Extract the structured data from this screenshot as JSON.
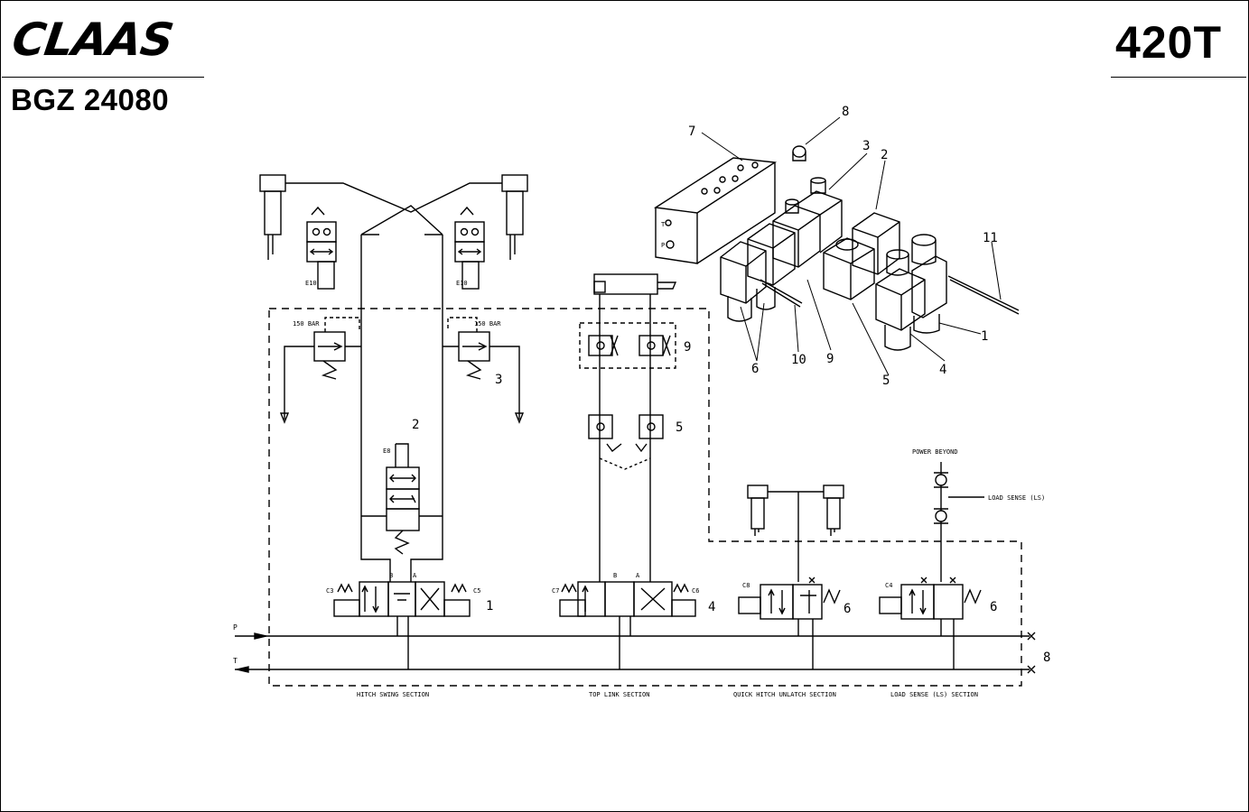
{
  "header": {
    "brand": "CLAAS",
    "model": "420T",
    "doc_id": "BGZ 24080"
  },
  "schematic": {
    "pressure_left": "150 BAR",
    "pressure_right": "150 BAR",
    "label_power_beyond": "POWER BEYOND",
    "label_load_sense": "LOAD SENSE (LS)",
    "port_p": "P",
    "port_t": "T",
    "port_a": "A",
    "port_b": "B",
    "section_1": "HITCH SWING SECTION",
    "section_2": "TOP LINK SECTION",
    "section_3": "QUICK HITCH UNLATCH SECTION",
    "section_4": "LOAD SENSE (LS) SECTION",
    "coil_c3": "C3",
    "coil_c5": "C5",
    "coil_c7": "C7",
    "coil_c6": "C6",
    "coil_c8": "C8",
    "coil_c4": "C4",
    "coil_e8": "E8",
    "coil_e10_left": "E10",
    "coil_e10_right": "E10",
    "callouts": {
      "c1": "1",
      "c2": "2",
      "c3": "3",
      "c4": "4",
      "c5": "5",
      "c6a": "6",
      "c6b": "6",
      "c8": "8",
      "c9": "9"
    }
  },
  "exploded_view": {
    "callouts": {
      "n1": "1",
      "n2": "2",
      "n3": "3",
      "n4": "4",
      "n5": "5",
      "n6": "6",
      "n7": "7",
      "n8": "8",
      "n9": "9",
      "n10": "10",
      "n11": "11"
    },
    "port_t": "T",
    "port_p": "P"
  }
}
